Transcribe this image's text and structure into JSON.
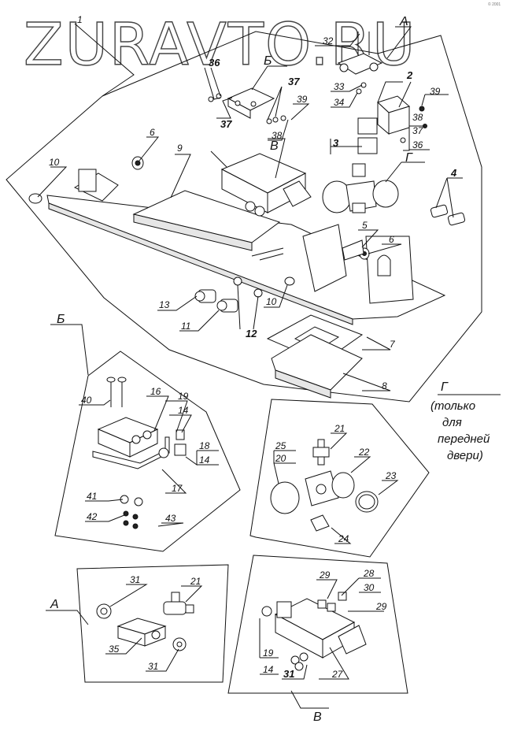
{
  "corner_stamp": "© 2001",
  "watermark": "ZURAVTO.RU",
  "main": {
    "labels": {
      "l1": "1",
      "l2": "2",
      "l3": "3",
      "l4": "4",
      "l5": "5",
      "l6a": "6",
      "l6b": "6",
      "l7": "7",
      "l8": "8",
      "l9": "9",
      "l10a": "10",
      "l10b": "10",
      "l11": "11",
      "l12": "12",
      "l13": "13",
      "l32": "32",
      "l33": "33",
      "l34": "34",
      "l36a": "36",
      "l36b": "36",
      "l37a": "37",
      "l37b": "37",
      "l37c": "37",
      "l38a": "38",
      "l38b": "38",
      "l39a": "39",
      "l39b": "39",
      "vA": "А",
      "vB": "Б",
      "vV": "В",
      "vG": "Г"
    }
  },
  "view_B": {
    "title": "Б",
    "labels": {
      "l14a": "14",
      "l14b": "14",
      "l16": "16",
      "l17": "17",
      "l18": "18",
      "l19": "19",
      "l40": "40",
      "l41": "41",
      "l42": "42",
      "l43": "43"
    }
  },
  "view_G": {
    "title": "Г",
    "note": [
      "(только",
      "для",
      "передней",
      "двери)"
    ],
    "labels": {
      "l20": "20",
      "l21": "21",
      "l22": "22",
      "l23": "23",
      "l24": "24",
      "l25": "25"
    }
  },
  "view_A": {
    "title": "А",
    "labels": {
      "l21": "21",
      "l31a": "31",
      "l31b": "31",
      "l35": "35"
    }
  },
  "view_V": {
    "title": "В",
    "labels": {
      "l14": "14",
      "l19": "19",
      "l27": "27",
      "l28": "28",
      "l29a": "29",
      "l29b": "29",
      "l30": "30",
      "l31": "31"
    }
  }
}
